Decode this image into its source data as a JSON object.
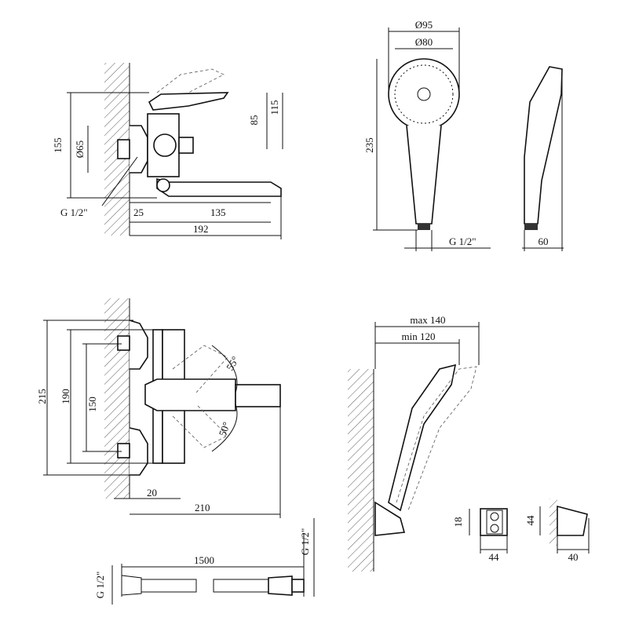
{
  "views": {
    "mixer_side": {
      "dimensions": {
        "height_total": "155",
        "inlet_diameter": "Ø65",
        "height_85": "85",
        "height_115": "115",
        "thread": "G 1/2\"",
        "offset": "25",
        "spout": "135",
        "depth": "192"
      }
    },
    "hand_shower": {
      "dimensions": {
        "head_outer": "Ø95",
        "head_inner": "Ø80",
        "length": "235",
        "thread": "G 1/2\"",
        "thickness": "60"
      }
    },
    "mixer_front": {
      "dimensions": {
        "height_215": "215",
        "height_190": "190",
        "height_150": "150",
        "offset": "20",
        "width": "210",
        "angle_up": "55°",
        "angle_down": "50°"
      }
    },
    "shower_holder": {
      "dimensions": {
        "max_reach": "max 140",
        "min_reach": "min 120"
      }
    },
    "hose": {
      "dimensions": {
        "length": "1500",
        "thread_left": "G 1/2\"",
        "thread_right": "G 1/2\""
      }
    },
    "bracket": {
      "dimensions": {
        "front_height": "18",
        "front_width": "44",
        "side_height": "44",
        "side_depth": "40"
      }
    }
  }
}
